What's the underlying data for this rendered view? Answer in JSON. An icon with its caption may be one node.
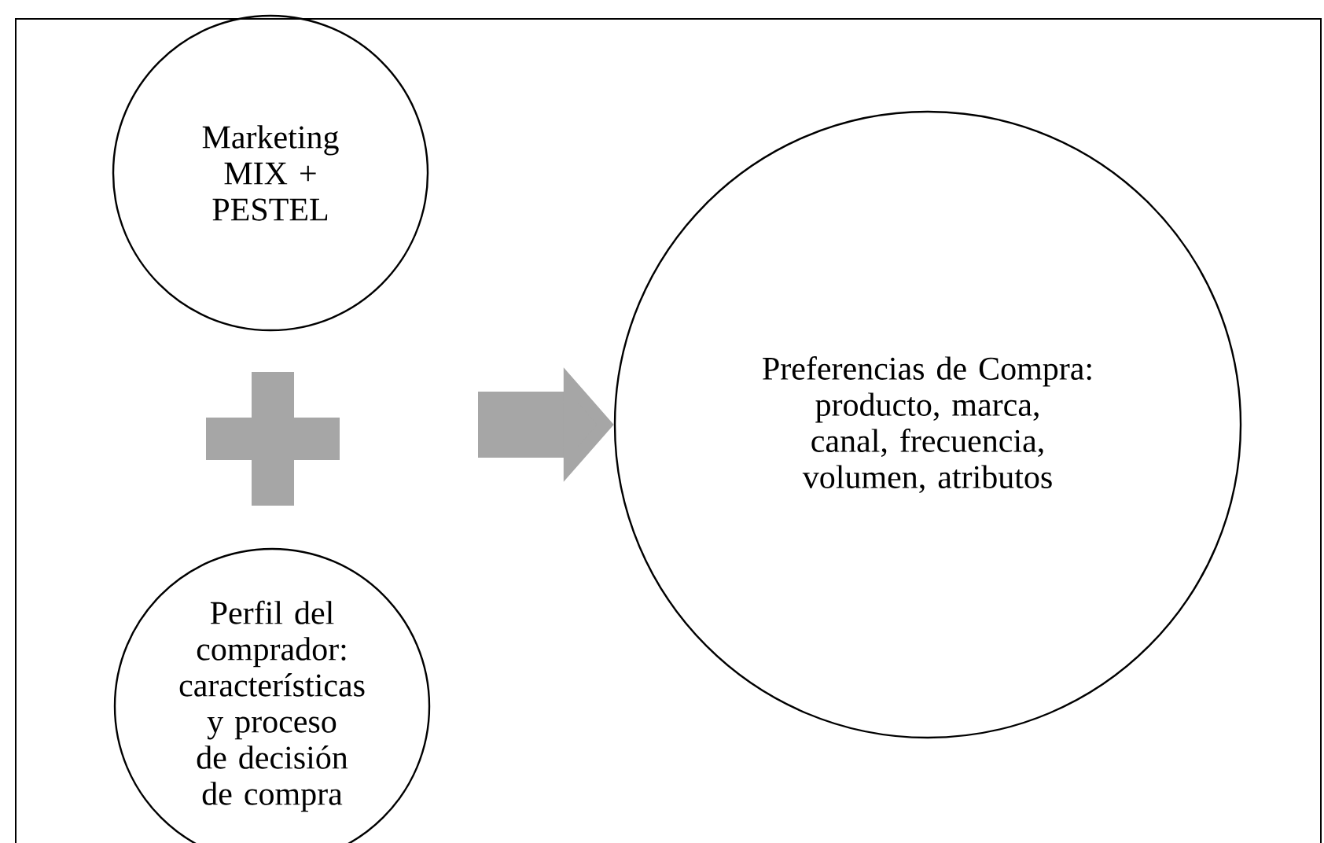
{
  "diagram": {
    "nodes": [
      {
        "text": [
          "Marketing MIX + PESTEL"
        ]
      },
      {
        "text": [],
        "shape": "cross"
      },
      {
        "text": [
          "Perfil del comprador: características y proceso de decisión de compra"
        ]
      },
      {
        "text": [
          "Preferencias de Compra: producto, marca, canal, frecuencia, volumen, atributos"
        ]
      }
    ],
    "edges": [
      {
        "from": null,
        "to": 3,
        "arrow": "to"
      }
    ]
  }
}
